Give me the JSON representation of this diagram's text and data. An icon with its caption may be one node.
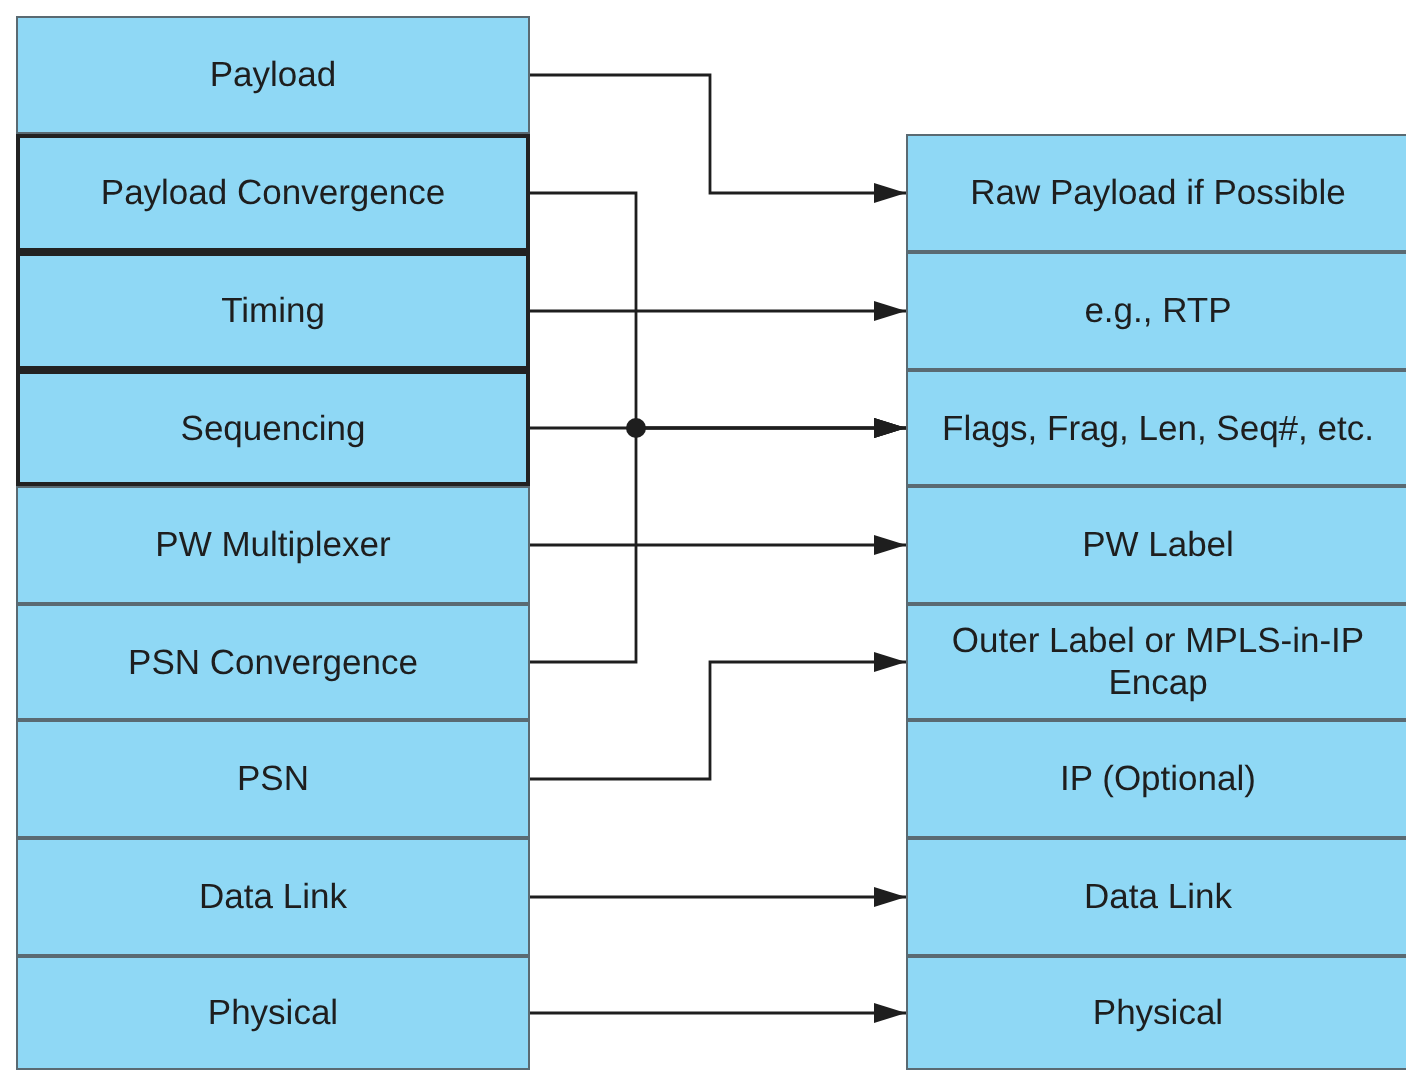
{
  "diagram": {
    "nodes": [
      {
        "text": [
          "Payload"
        ]
      },
      {
        "text": [
          "Payload Convergence"
        ]
      },
      {
        "text": [
          "Timing"
        ]
      },
      {
        "text": [
          "Sequencing"
        ]
      },
      {
        "text": [
          "PW Multiplexer"
        ]
      },
      {
        "text": [
          "PSN Convergence"
        ]
      },
      {
        "text": [
          "PSN"
        ]
      },
      {
        "text": [
          "Data Link"
        ]
      },
      {
        "text": [
          "Physical"
        ]
      },
      {
        "text": [
          "Raw Payload if Possible"
        ]
      },
      {
        "text": [
          "e.g., RTP"
        ]
      },
      {
        "text": [
          "Flags, Frag, Len, Seq#, etc."
        ]
      },
      {
        "text": [
          "PW Label"
        ]
      },
      {
        "text": [
          "Outer Label or MPLS-in-IP Encap"
        ]
      },
      {
        "text": [
          "IP (Optional)"
        ]
      },
      {
        "text": [
          "Data Link"
        ]
      },
      {
        "text": [
          "Physical"
        ]
      }
    ],
    "edges": [
      {
        "from": 0,
        "to": 9,
        "arrow": "to"
      },
      {
        "from": 1,
        "to": 11,
        "arrow": "to"
      },
      {
        "from": 2,
        "to": 10,
        "arrow": "to"
      },
      {
        "from": 3,
        "to": 11,
        "arrow": "to"
      },
      {
        "from": 5,
        "to": 11,
        "arrow": "to"
      },
      {
        "from": 4,
        "to": 12,
        "arrow": "to"
      },
      {
        "from": 6,
        "to": 13,
        "arrow": "to"
      },
      {
        "from": 7,
        "to": 15,
        "arrow": "to"
      },
      {
        "from": 8,
        "to": 16,
        "arrow": "to"
      }
    ]
  }
}
